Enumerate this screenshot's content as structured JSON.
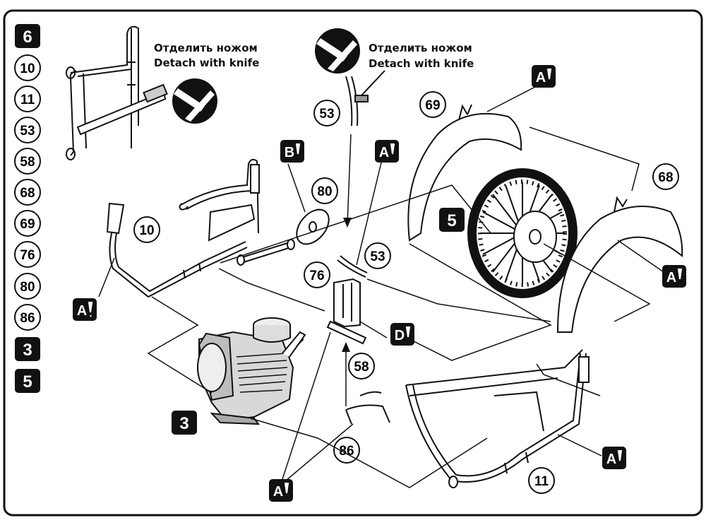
{
  "step_number": "6",
  "parts_list": [
    "10",
    "11",
    "53",
    "58",
    "68",
    "69",
    "76",
    "80",
    "86"
  ],
  "subassemblies": [
    "3",
    "5"
  ],
  "knife_notes": [
    {
      "ru": "Отделить ножом",
      "en": "Detach with knife"
    },
    {
      "ru": "Отделить ножом",
      "en": "Detach with knife"
    }
  ],
  "callouts": {
    "part_10": "10",
    "part_11": "11",
    "part_53_top": "53",
    "part_53_mid": "53",
    "part_58": "58",
    "part_68": "68",
    "part_69": "69",
    "part_76": "76",
    "part_80": "80",
    "part_86": "86",
    "sub_3": "3",
    "sub_5": "5"
  },
  "glue_badges": {
    "a": "A",
    "b": "B",
    "d": "D"
  }
}
